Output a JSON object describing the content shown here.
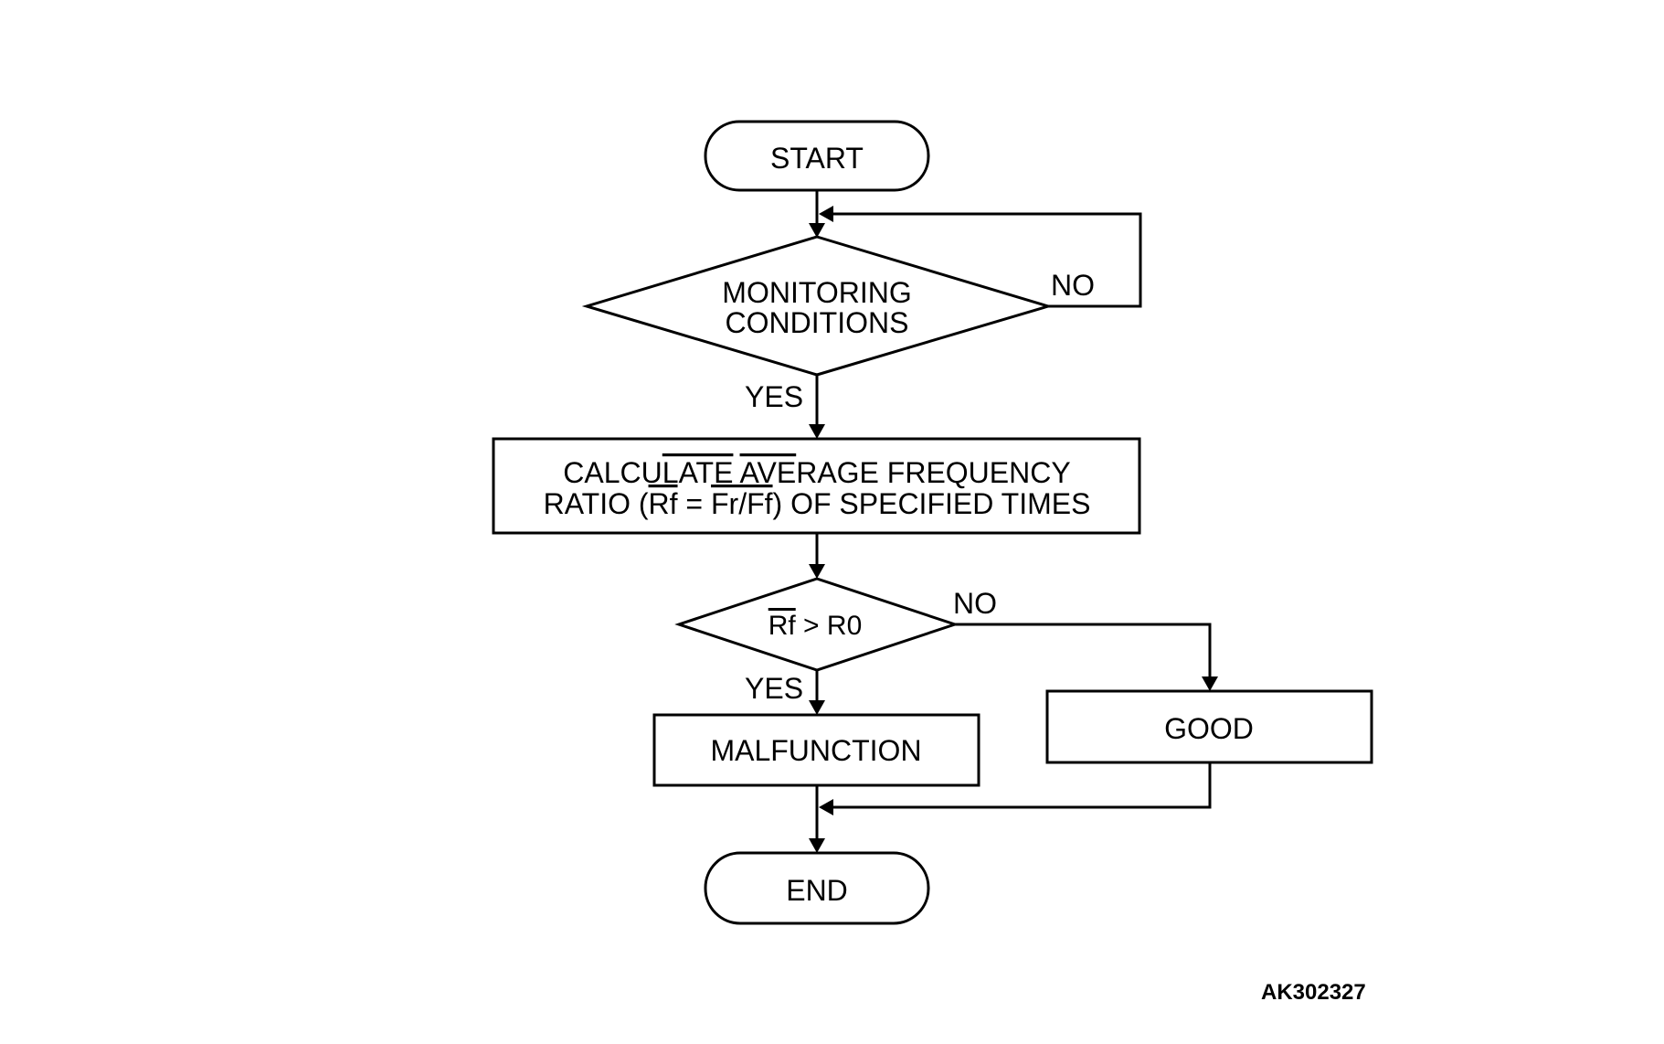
{
  "flowchart": {
    "start": "START",
    "decision_monitoring": {
      "line1": "MONITORING",
      "line2": "CONDITIONS",
      "no": "NO",
      "yes": "YES"
    },
    "calculate": {
      "line1_a": "CALCU",
      "line1_b": "LATE",
      "line1_c": " ",
      "line1_d": "AVE",
      "line1_e": "RAGE FREQUENCY",
      "line2_a": "RATIO (",
      "line2_b": "Rf",
      "line2_c": " = ",
      "line2_d": "Fr/Ff",
      "line2_e": ") OF SPECIFIED TIMES"
    },
    "decision_ratio": {
      "rf": "Rf",
      "rest": " > R0",
      "no": "NO",
      "yes": "YES"
    },
    "malfunction": "MALFUNCTION",
    "good": "GOOD",
    "end": "END"
  },
  "figure_code": "AK302327"
}
